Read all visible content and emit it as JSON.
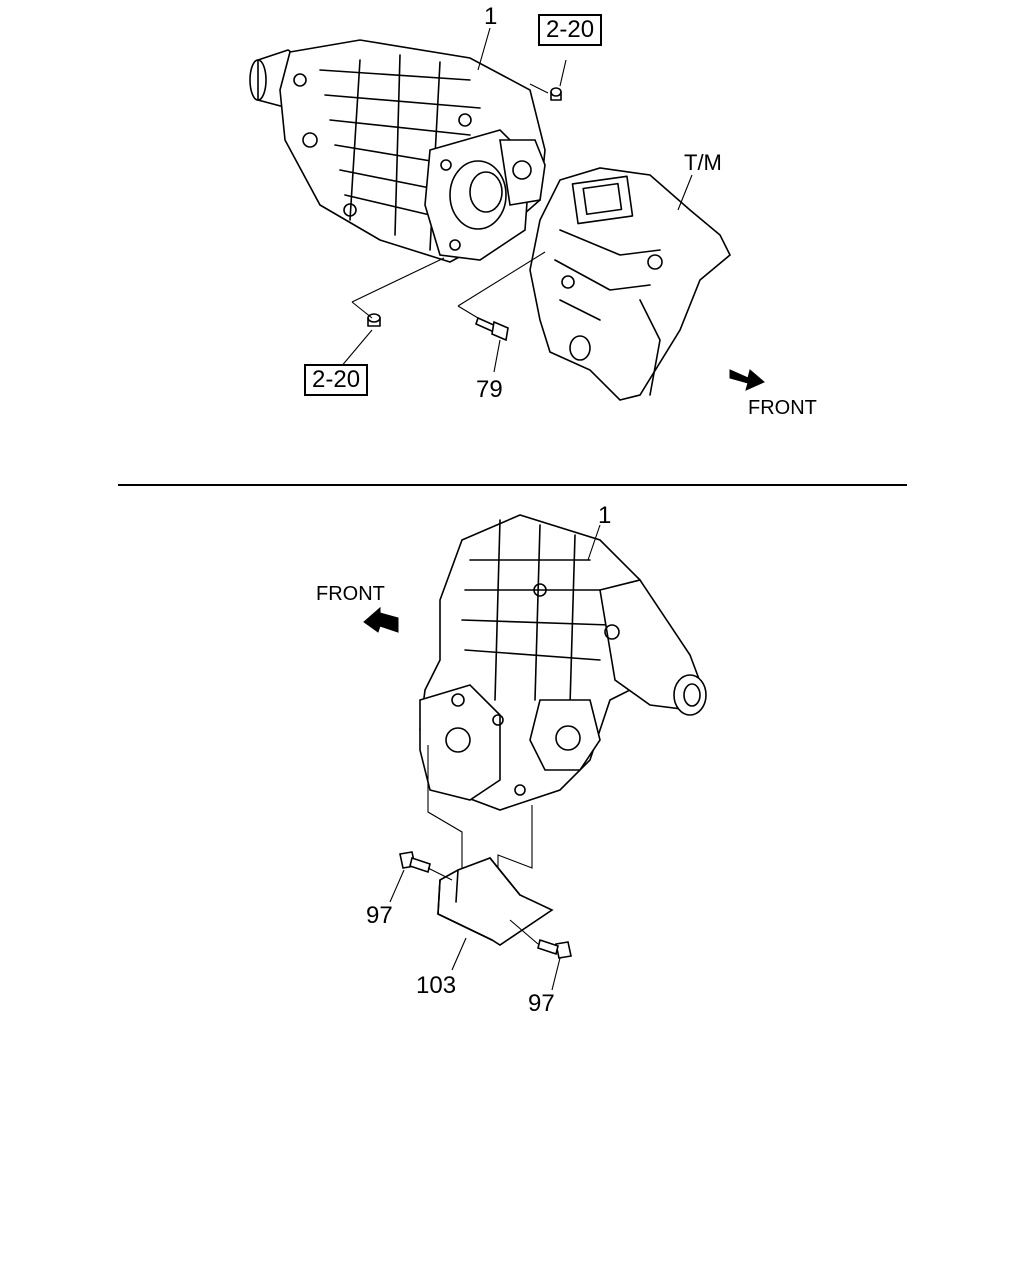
{
  "diagram": {
    "top_view": {
      "part_label_1": "1",
      "ref_box_upper": "2-20",
      "ref_box_lower": "2-20",
      "transmission_label": "T/M",
      "bolt_label": "79",
      "front_label": "FRONT"
    },
    "bottom_view": {
      "part_label_1": "1",
      "front_label": "FRONT",
      "bolt_label_left": "97",
      "bracket_label": "103",
      "bolt_label_right": "97"
    }
  }
}
